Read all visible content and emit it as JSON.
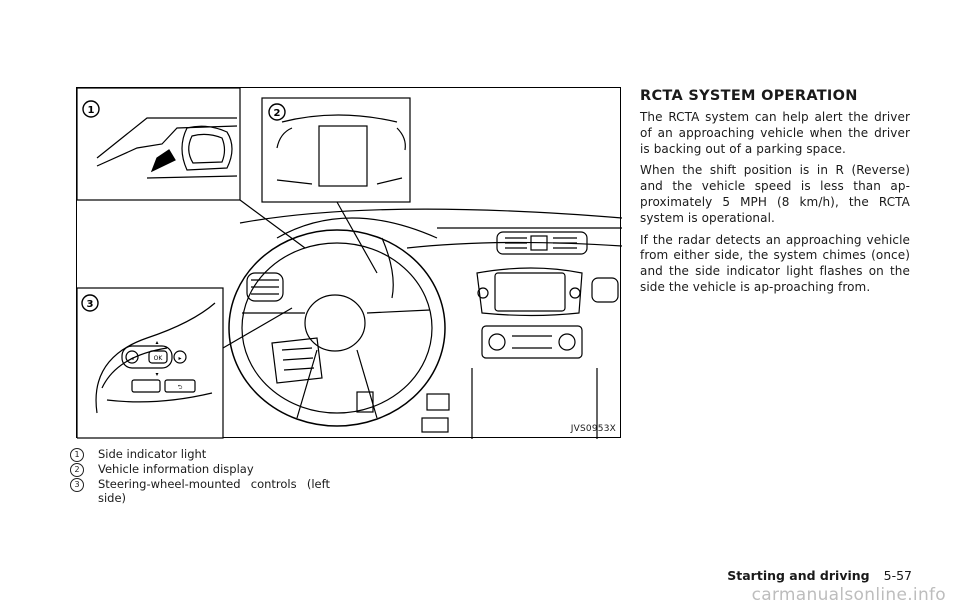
{
  "figure": {
    "code": "JVS0953X",
    "callouts": [
      "1",
      "2",
      "3"
    ],
    "button_labels": [
      "OK",
      "◂",
      "▸",
      "▴",
      "▾",
      "⮌"
    ]
  },
  "captions": [
    {
      "num": "1",
      "text": "Side indicator light"
    },
    {
      "num": "2",
      "text": "Vehicle information display"
    },
    {
      "num": "3",
      "text": "Steering-wheel-mounted controls (left side)"
    }
  ],
  "section": {
    "heading": "RCTA SYSTEM OPERATION",
    "paragraphs": [
      "The RCTA system can help alert the driver of an approaching vehicle when the driver is backing out of a parking space.",
      "When the shift position is in R (Reverse) and the vehicle speed is less than ap-proximately 5 MPH (8 km/h), the RCTA system is operational.",
      "If the radar detects an approaching vehicle from either side, the system chimes (once) and the side indicator light flashes on the side the vehicle is ap-proaching from."
    ]
  },
  "footer": {
    "section": "Starting and driving",
    "page": "5-57"
  },
  "watermark": "carmanualsonline.info"
}
